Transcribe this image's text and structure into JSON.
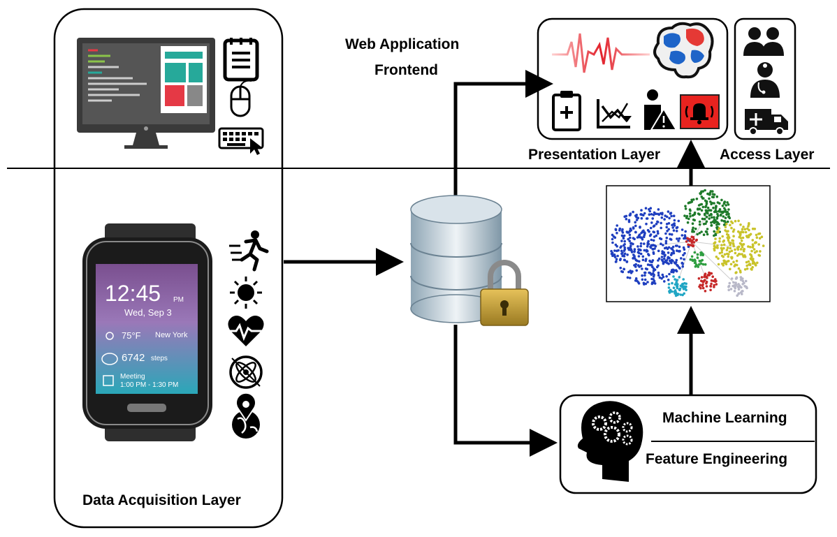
{
  "labels": {
    "web_app_line1": "Web Application",
    "web_app_line2": "Frontend",
    "presentation_layer": "Presentation Layer",
    "access_layer": "Access Layer",
    "data_acquisition_layer": "Data Acquisition Layer",
    "machine_learning": "Machine Learning",
    "feature_engineering": "Feature Engineering"
  },
  "watch": {
    "time": "12:45",
    "ampm": "PM",
    "date": "Wed, Sep 3",
    "temperature": "75°F",
    "city": "New York",
    "steps": "6742",
    "steps_unit": "steps",
    "event": "Meeting",
    "event_time": "1:00 PM - 1:30 PM"
  },
  "icons": {
    "sensors": [
      "running-person-icon",
      "sun-icon",
      "heartbeat-icon",
      "gyroscope-icon",
      "location-globe-icon"
    ],
    "presentation": [
      "ecg-waveform-icon",
      "brain-icon",
      "clipboard-icon",
      "trend-chart-icon",
      "person-alert-icon",
      "alarm-bell-icon"
    ],
    "access": [
      "users-icon",
      "doctor-icon",
      "ambulance-icon"
    ],
    "peripherals": [
      "notepad-icon",
      "mouse-icon",
      "keyboard-icon"
    ]
  },
  "colors": {
    "alarm_red": "#e8231f",
    "cluster_blue": "#1f3fbf",
    "cluster_green": "#1e7a2a",
    "cluster_yellow": "#c9c32a",
    "cluster_red": "#c62828",
    "cluster_cyan": "#21a6c4",
    "cluster_grey": "#b8b8c8",
    "watch_screen_top": "#7a4f8f",
    "watch_screen_bottom": "#2aa7b8"
  }
}
